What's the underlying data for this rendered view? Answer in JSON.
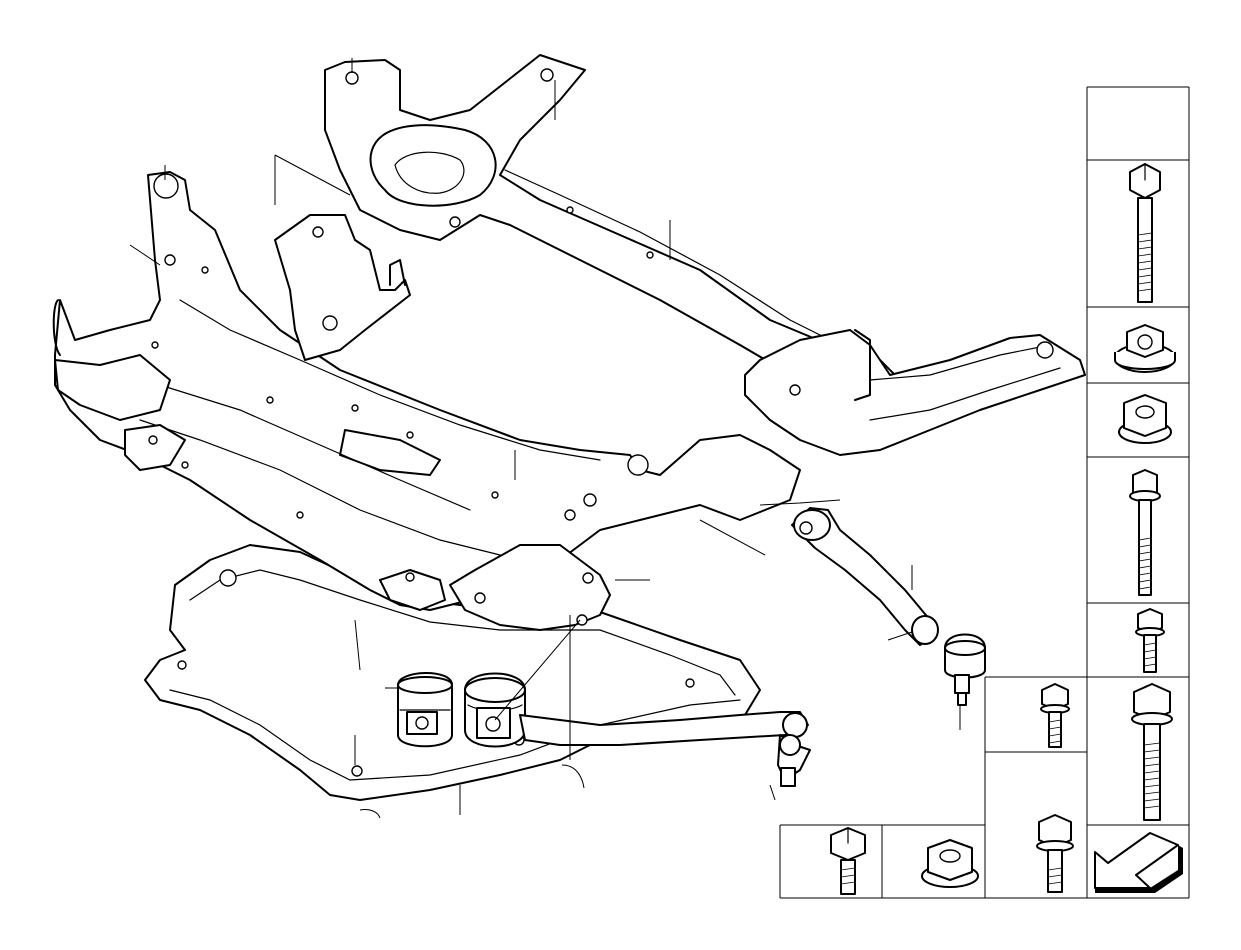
{
  "diagram": {
    "subject": "front-axle-subframe-exploded-view",
    "accent_color": "#000000",
    "background_color": "#ffffff",
    "icons": [
      "subframe-assembly",
      "crossmember",
      "underbody-shield",
      "rubber-bushing",
      "hydro-mount",
      "control-arm-left",
      "wishbone-arm-right",
      "hex-bolt-long",
      "collar-nut",
      "hex-nut-flanged",
      "flange-bolt-ribbed",
      "flange-bolt-short",
      "flange-bolt-medium",
      "flange-bolt-long",
      "hex-bolt-short",
      "hex-nut-self-locking",
      "navigation-arrow"
    ]
  }
}
